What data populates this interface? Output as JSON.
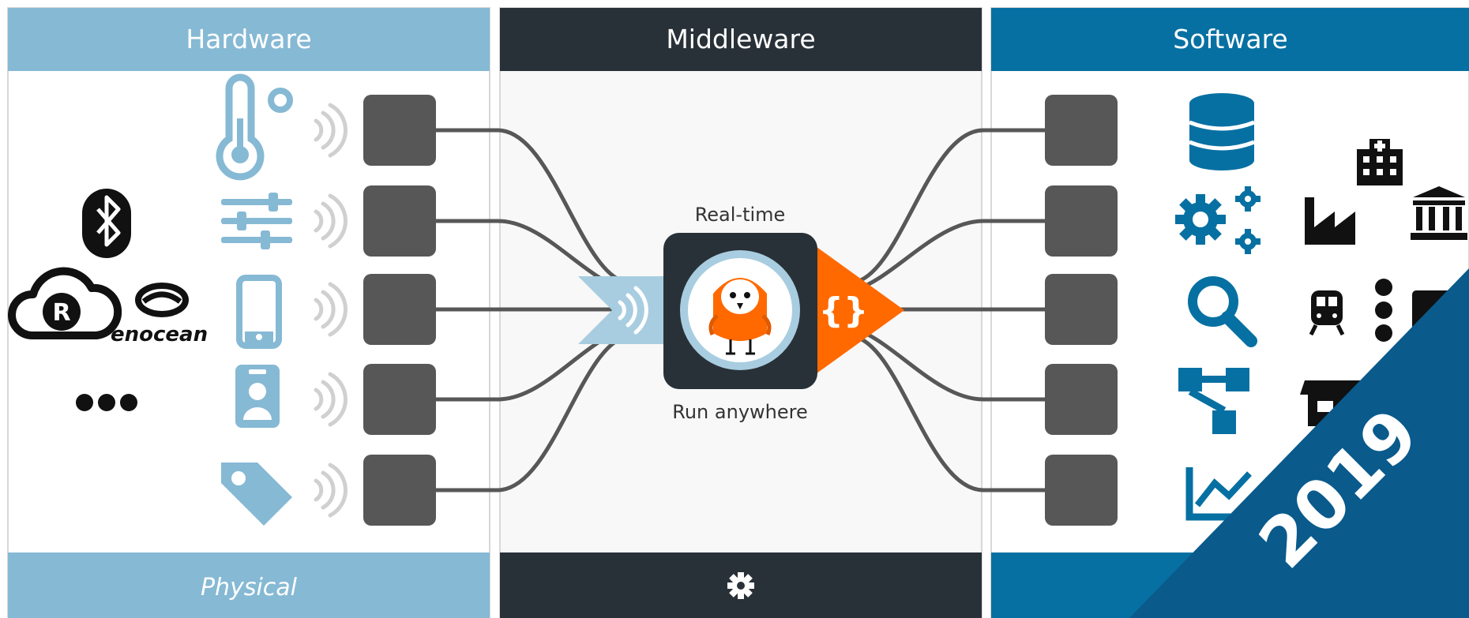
{
  "panels": {
    "hardware": {
      "title": "Hardware",
      "footer": "Physical"
    },
    "middleware": {
      "title": "Middleware",
      "footer_icon": "gear-icon"
    },
    "software": {
      "title": "Software"
    }
  },
  "center": {
    "top_label": "Real-time",
    "bottom_label": "Run anywhere",
    "logo": "owl-logo",
    "input_icon": "wireless-signal-icon",
    "output_icon": "curly-braces-icon"
  },
  "hardware_protocols": [
    {
      "name": "bluetooth-icon"
    },
    {
      "name": "reelyactive-cloud-icon"
    },
    {
      "name": "enocean-logo",
      "text": "enocean"
    },
    {
      "name": "more-icon"
    }
  ],
  "hardware_devices": [
    {
      "name": "thermometer-icon"
    },
    {
      "name": "sliders-icon"
    },
    {
      "name": "smartphone-icon"
    },
    {
      "name": "id-badge-icon"
    },
    {
      "name": "tag-icon"
    }
  ],
  "software_functions": [
    {
      "name": "database-icon"
    },
    {
      "name": "gears-icon"
    },
    {
      "name": "search-icon"
    },
    {
      "name": "flowchart-icon"
    },
    {
      "name": "analytics-chart-icon"
    }
  ],
  "software_verticals": [
    {
      "name": "hospital-icon"
    },
    {
      "name": "factory-icon"
    },
    {
      "name": "institution-icon"
    },
    {
      "name": "train-icon"
    },
    {
      "name": "more-vertical-icon"
    },
    {
      "name": "store-icon"
    }
  ],
  "year_banner": "2019",
  "colors": {
    "hardware": "#86b9d4",
    "middleware": "#293138",
    "software": "#0770a2",
    "accent_orange": "#ff6900",
    "block": "#575757",
    "banner": "#0a5a8c"
  }
}
